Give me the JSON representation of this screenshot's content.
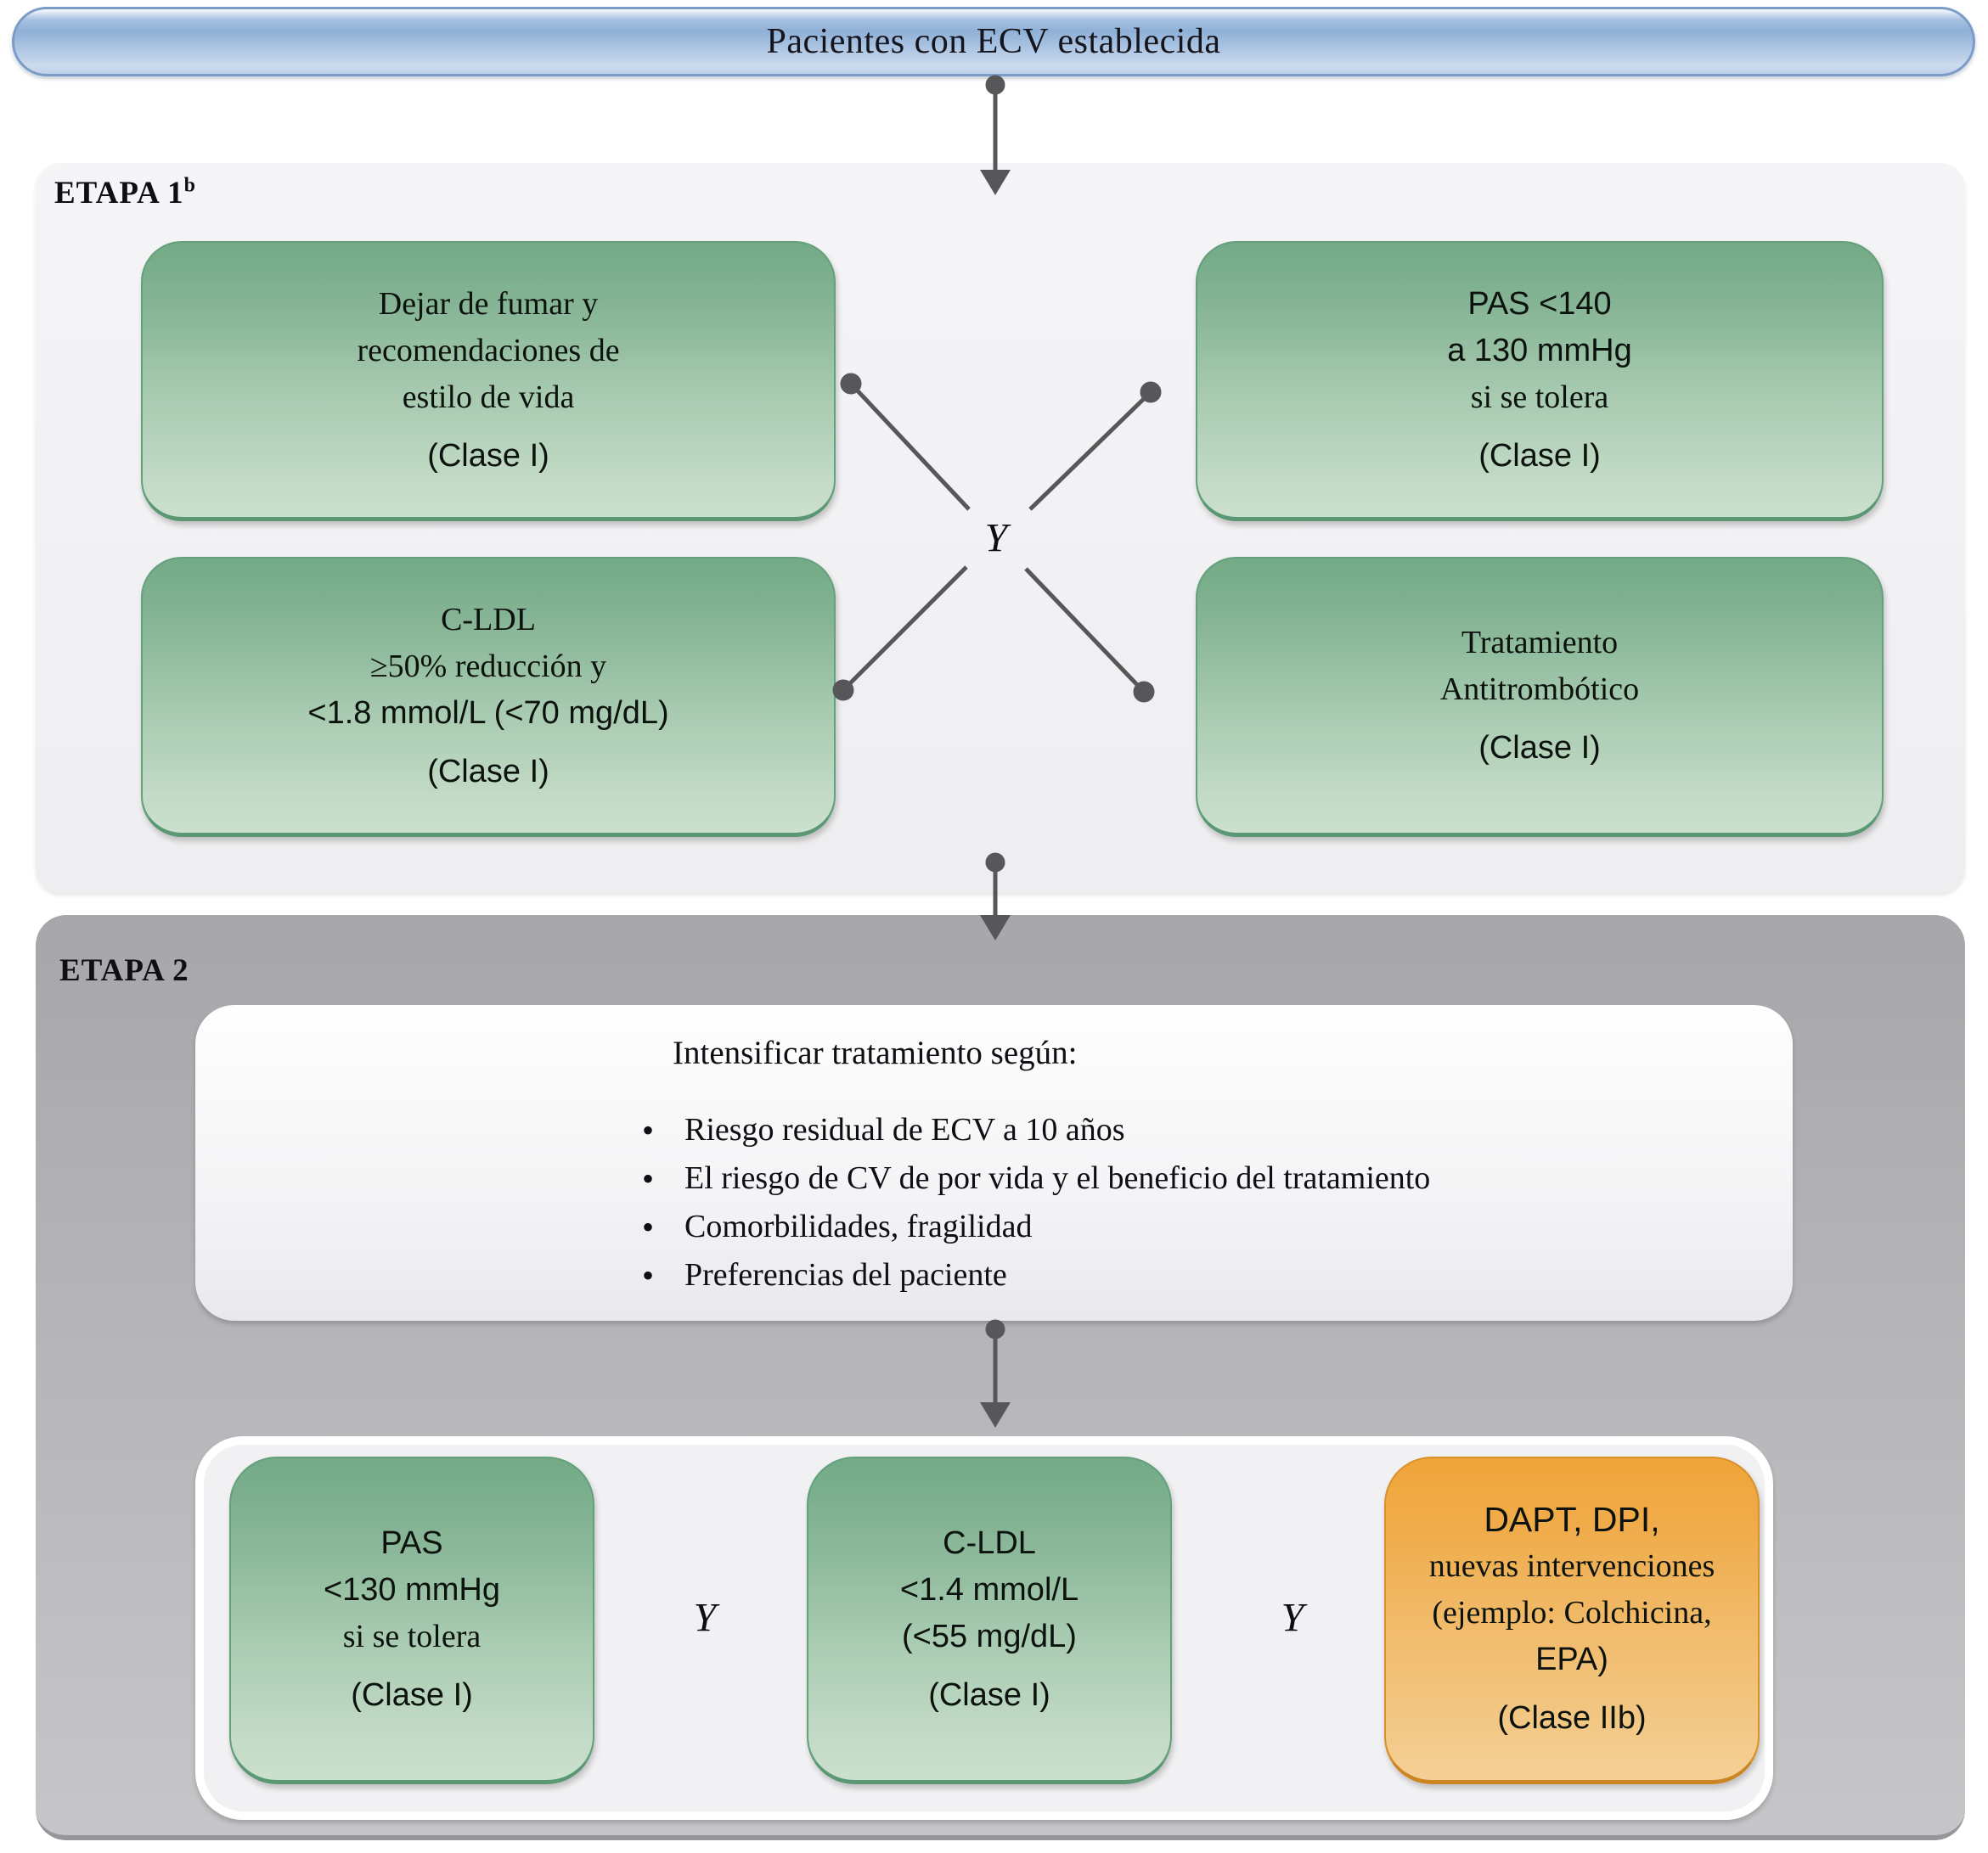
{
  "banner": {
    "title": "Pacientes con ECV establecida"
  },
  "stage1": {
    "label": "ETAPA 1",
    "label_footnote": "b",
    "and_label": "Y",
    "boxes": {
      "smoking": {
        "lines": [
          "Dejar de fumar y",
          "recomendaciones de",
          "estilo de vida"
        ],
        "class_label": "(Clase I)"
      },
      "pas": {
        "lines": [
          "PAS <140",
          "a 130 mmHg",
          "si se tolera"
        ],
        "class_label": "(Clase I)"
      },
      "cldl": {
        "lines": [
          "C-LDL",
          "≥50% reducción y",
          "<1.8 mmol/L (<70 mg/dL)"
        ],
        "class_label": "(Clase I)"
      },
      "antithrombotic": {
        "lines": [
          "Tratamiento",
          "Antitrombótico"
        ],
        "class_label": "(Clase I)"
      }
    }
  },
  "stage2": {
    "label": "ETAPA 2",
    "intensify": {
      "title": "Intensificar tratamiento según:",
      "bullets": [
        "Riesgo residual de ECV a 10 años",
        "El riesgo de CV de por vida y el beneficio del tratamiento",
        "Comorbilidades, fragilidad",
        "Preferencias del paciente"
      ]
    },
    "and_label_1": "Y",
    "and_label_2": "Y",
    "boxes": {
      "pas": {
        "lines": [
          "PAS",
          "<130 mmHg",
          "si se tolera"
        ],
        "class_label": "(Clase I)"
      },
      "cldl": {
        "lines": [
          "C-LDL",
          "<1.4 mmol/L",
          "(<55 mg/dL)"
        ],
        "class_label": "(Clase I)"
      },
      "new_interventions": {
        "lines": [
          "DAPT, DPI,",
          "nuevas intervenciones",
          "(ejemplo: Colchicina,",
          "EPA)"
        ],
        "class_label": "(Clase IIb)"
      }
    }
  },
  "colors": {
    "banner_blue": "#8fb0d6",
    "banner_border": "#7b9cc7",
    "stage1_bg": "#f3f3f5",
    "stage2_bg": "#aaaaae",
    "green_box_top": "#73aa86",
    "green_box_bottom": "#cbe0ce",
    "green_border": "#5f9d78",
    "orange_box_top": "#efa438",
    "orange_box_bottom": "#f4cf96",
    "orange_border": "#d08a25",
    "connector_gray": "#57575a",
    "text": "#0e0e14"
  }
}
